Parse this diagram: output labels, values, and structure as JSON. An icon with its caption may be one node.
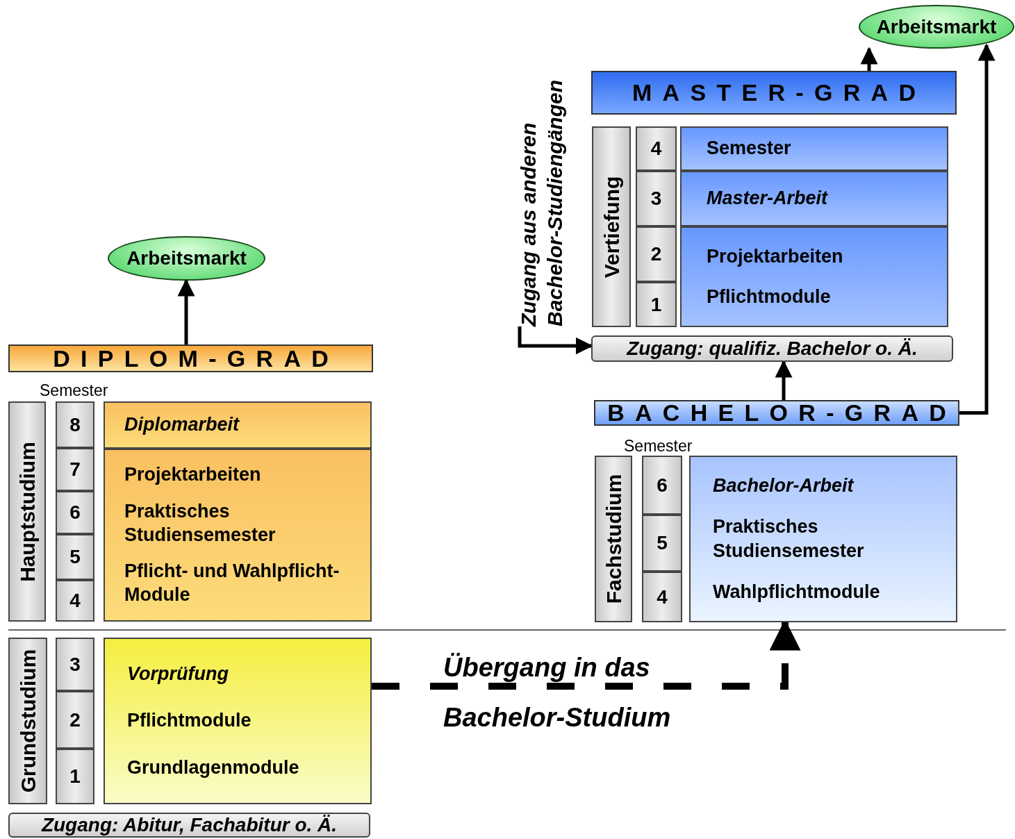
{
  "diagram": {
    "nodes": [
      {
        "text": [
          "Arbeitsmarkt"
        ]
      },
      {
        "text": [
          "DIPLOM-GRAD"
        ]
      },
      {
        "text": [
          "Hauptstudium"
        ]
      },
      {
        "text": [
          "8"
        ]
      },
      {
        "text": [
          "7"
        ]
      },
      {
        "text": [
          "6"
        ]
      },
      {
        "text": [
          "5"
        ]
      },
      {
        "text": [
          "4"
        ]
      },
      {
        "text": [
          "Diplomarbeit"
        ]
      },
      {
        "text": [
          "Projektarbeiten",
          "Praktisches Studiensemester",
          "Pflicht- und Wahlpflicht-Module"
        ]
      },
      {
        "text": [
          "Grundstudium"
        ]
      },
      {
        "text": [
          "3"
        ]
      },
      {
        "text": [
          "2"
        ]
      },
      {
        "text": [
          "1"
        ]
      },
      {
        "text": [
          "Vorprüfung",
          "Pflichtmodule",
          "Grundlagenmodule"
        ]
      },
      {
        "text": [
          "Zugang: Abitur, Fachabitur o. Ä."
        ]
      },
      {
        "text": [
          "Arbeitsmarkt"
        ]
      },
      {
        "text": [
          "MASTER-GRAD"
        ]
      },
      {
        "text": [
          "Vertiefung"
        ]
      },
      {
        "text": [
          "4"
        ]
      },
      {
        "text": [
          "3"
        ]
      },
      {
        "text": [
          "2"
        ]
      },
      {
        "text": [
          "1"
        ]
      },
      {
        "text": [
          "Semester"
        ]
      },
      {
        "text": [
          "Master-Arbeit"
        ]
      },
      {
        "text": [
          "Projektarbeiten",
          "Pflichtmodule"
        ]
      },
      {
        "text": [
          "Zugang: qualifiz. Bachelor o. Ä."
        ]
      },
      {
        "text": [
          "BACHELOR-GRAD"
        ]
      },
      {
        "text": [
          "Fachstudium"
        ]
      },
      {
        "text": [
          "6"
        ]
      },
      {
        "text": [
          "5"
        ]
      },
      {
        "text": [
          "4"
        ]
      },
      {
        "text": [
          "Bachelor-Arbeit",
          "Praktisches Studiensemester",
          "Wahlpflichtmodule"
        ]
      },
      {
        "text": [
          "Zugang aus anderen Bachelor-Studiengängen"
        ]
      }
    ],
    "edges": [
      {
        "from": 1,
        "to": 0,
        "arrow": "to"
      },
      {
        "from": 17,
        "to": 16,
        "arrow": "to"
      },
      {
        "from": 27,
        "to": 16,
        "arrow": "to"
      },
      {
        "from": 27,
        "to": 26,
        "arrow": "to"
      },
      {
        "from": 33,
        "to": 26,
        "arrow": "to"
      },
      {
        "from": 14,
        "to": 32,
        "arrow": "to",
        "style": "dashed",
        "label": "Übergang in das Bachelor-Studium"
      }
    ],
    "labels": [
      "Semester",
      "Semester"
    ]
  }
}
